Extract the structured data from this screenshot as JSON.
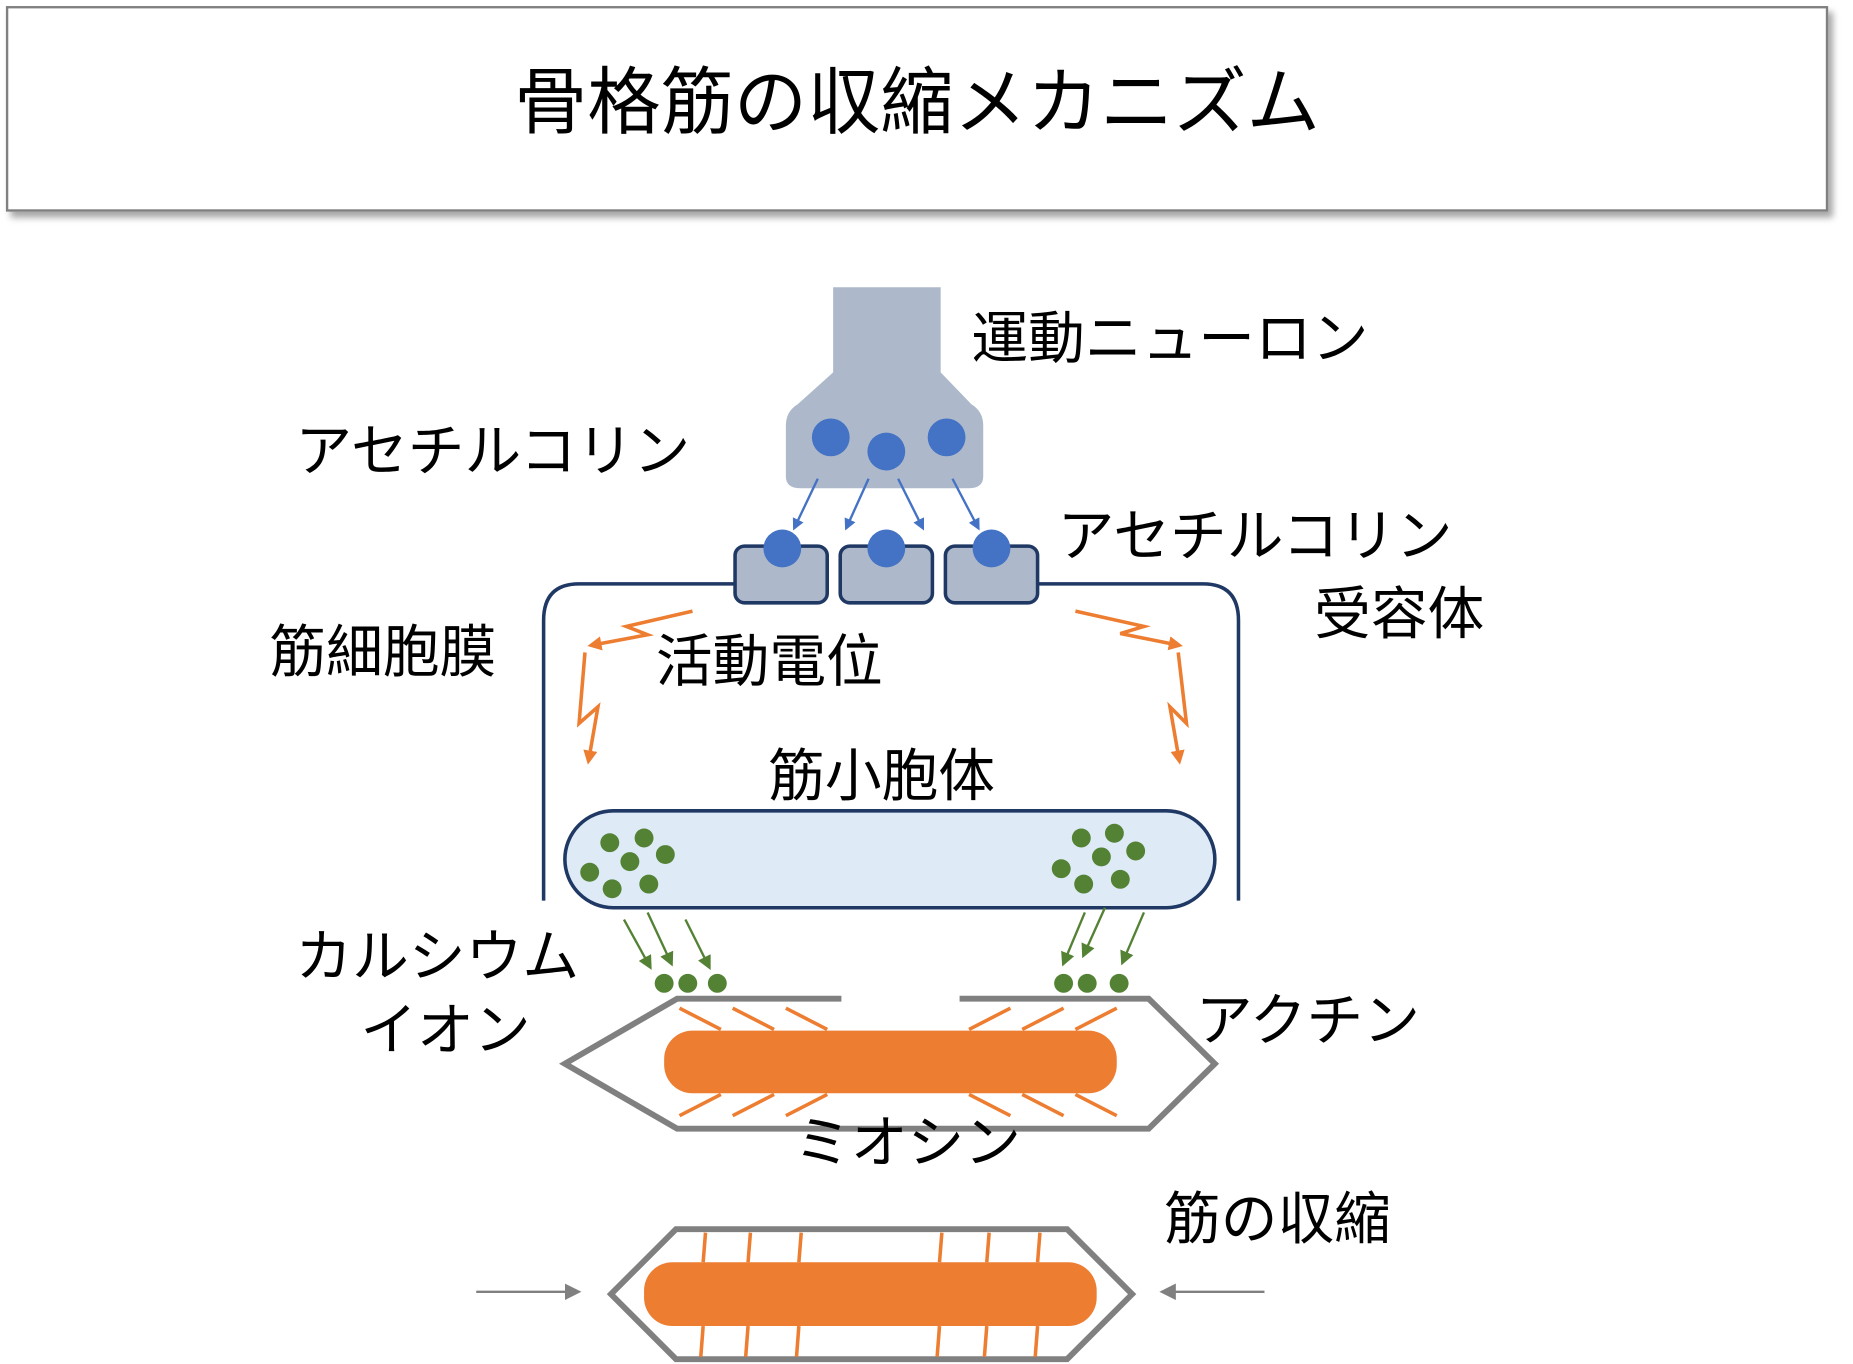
{
  "title": "骨格筋の収縮メカニズム",
  "labels": {
    "motor_neuron": "運動ニューロン",
    "acetylcholine": "アセチルコリン",
    "receptor_line1": "アセチルコリン",
    "receptor_line2": "受容体",
    "cell_membrane": "筋細胞膜",
    "action_potential": "活動電位",
    "sarcoplasmic_reticulum": "筋小胞体",
    "calcium_line1": "カルシウム",
    "calcium_line2": "イオン",
    "actin": "アクチン",
    "myosin": "ミオシン",
    "contraction": "筋の収縮"
  },
  "colors": {
    "neuron": "#ADB9CA",
    "acetylcholine": "#4472C4",
    "membrane": "#1F3864",
    "reticulum": "#DEEBF7",
    "calcium": "#548235",
    "myosin": "#ED7D31",
    "actin": "#808080"
  }
}
